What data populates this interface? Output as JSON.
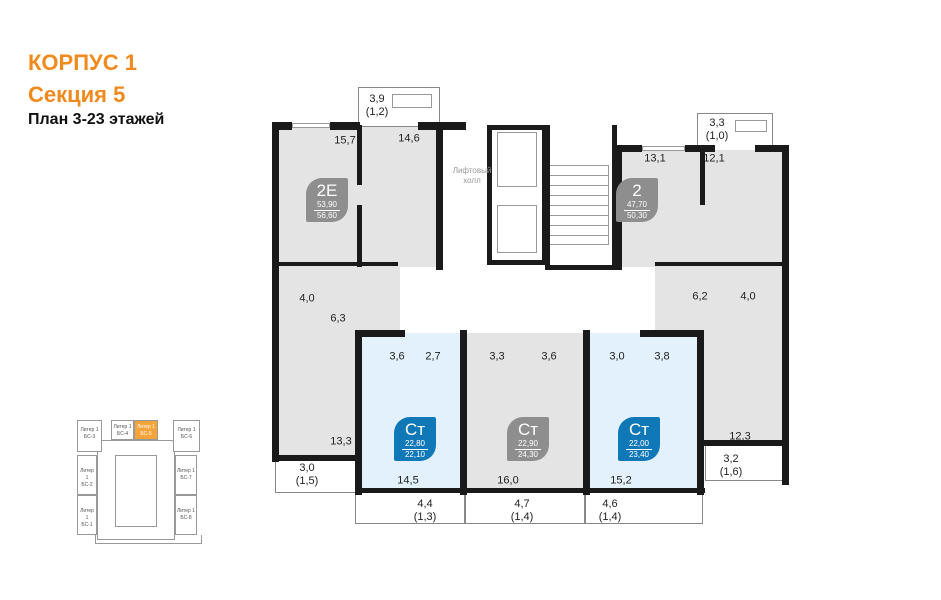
{
  "header": {
    "building": "КОРПУС 1",
    "section": "Секция 5",
    "plan": "План 3-23 этажей"
  },
  "colors": {
    "accent": "#f08a1c",
    "selected_badge": "#1178b7",
    "badge_grey": "#8e8e8e",
    "selected_fill": "#e2f1fb",
    "room_fill": "#e4e4e4"
  },
  "lift_hall": "Лифтовый холл",
  "apartments": [
    {
      "type": "2Е",
      "area_living": "53,90",
      "area_total": "56,60",
      "selected": false
    },
    {
      "type": "2",
      "area_living": "47,70",
      "area_total": "50,30",
      "selected": false
    },
    {
      "type": "Ст",
      "area_living": "22,80",
      "area_total": "22,10",
      "selected": true
    },
    {
      "type": "Ст",
      "area_living": "22,90",
      "area_total": "24,30",
      "selected": false
    },
    {
      "type": "Ст",
      "area_living": "22,00",
      "area_total": "23,40",
      "selected": true
    }
  ],
  "rooms": {
    "r1": "15,7",
    "r2": "14,6",
    "r3": "4,0",
    "r4": "6,3",
    "r5": "13,3",
    "r6": "13,1",
    "r7": "12,1",
    "r8": "6,2",
    "r9": "4,0",
    "r10": "12,3",
    "r11": "3,6",
    "r12": "2,7",
    "r13": "14,5",
    "r14": "3,3",
    "r15": "3,6",
    "r16": "16,0",
    "r17": "3,0",
    "r18": "3,8",
    "r19": "15,2"
  },
  "balconies": {
    "b1": {
      "area": "3,9",
      "reduced": "(1,2)"
    },
    "b2": {
      "area": "3,3",
      "reduced": "(1,0)"
    },
    "b3": {
      "area": "3,0",
      "reduced": "(1,5)"
    },
    "b4": {
      "area": "3,2",
      "reduced": "(1,6)"
    },
    "b5": {
      "area": "4,4",
      "reduced": "(1,3)"
    },
    "b6": {
      "area": "4,7",
      "reduced": "(1,4)"
    },
    "b7": {
      "area": "4,6",
      "reduced": "(1,4)"
    }
  },
  "minimap": {
    "sections": [
      {
        "l1": "Литер 1",
        "l2": "БС-3"
      },
      {
        "l1": "Литер 1",
        "l2": "БС-4"
      },
      {
        "l1": "Литер 1",
        "l2": "БС-5",
        "current": true
      },
      {
        "l1": "Литер 1",
        "l2": "БС-6"
      },
      {
        "l1": "Литер 1",
        "l2": "БС-2"
      },
      {
        "l1": "Литер 1",
        "l2": "БС-7"
      },
      {
        "l1": "Литер 1",
        "l2": "БС-1"
      },
      {
        "l1": "Литер 1",
        "l2": "БС-8"
      }
    ]
  }
}
